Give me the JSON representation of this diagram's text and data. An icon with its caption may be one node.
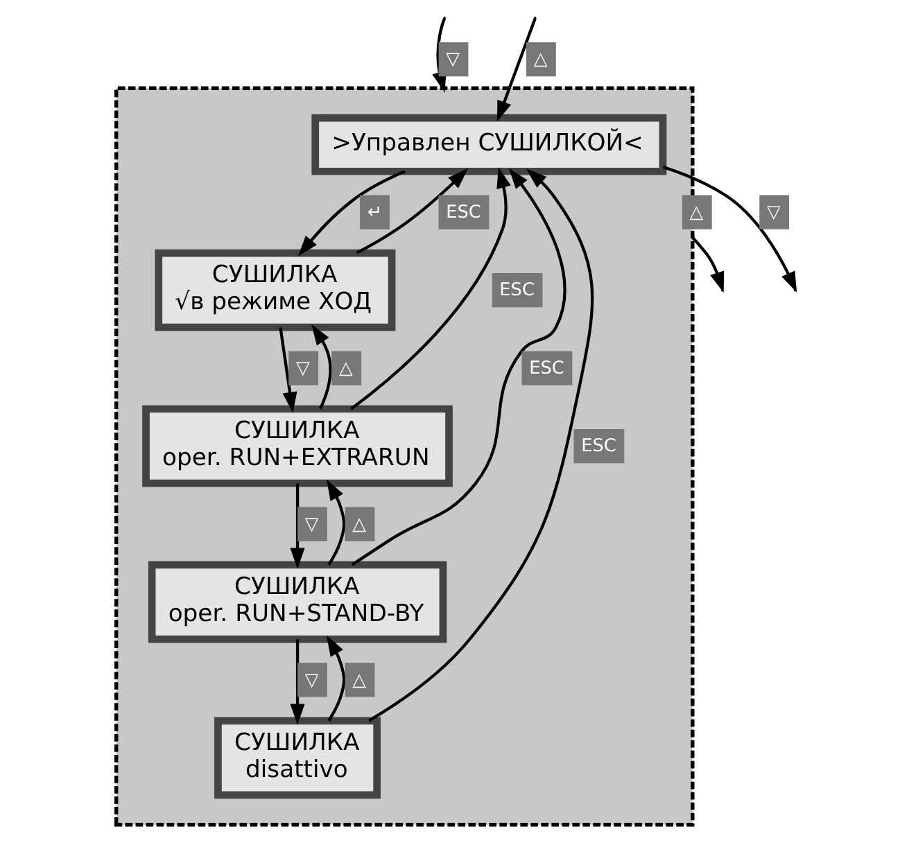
{
  "diagram": {
    "nodes": [
      {
        "text": [],
        "shape": "box"
      },
      {
        "text": [
          ">Управлен СУШИЛКОЙ<"
        ],
        "in": 0
      },
      {
        "text": [
          "СУШИЛКА",
          "√в режиме ХОД"
        ],
        "in": 0
      },
      {
        "text": [
          "СУШИЛКА",
          "oper. RUN+EXTRARUN"
        ],
        "in": 0
      },
      {
        "text": [
          "СУШИЛКА",
          "oper. RUN+STAND-BY"
        ],
        "in": 0
      },
      {
        "text": [
          "СУШИЛКА",
          "disattivo"
        ],
        "in": 0
      }
    ],
    "edges": [
      {
        "from": null,
        "to": 0,
        "arrow": "to",
        "label": "▽"
      },
      {
        "from": 0,
        "to": null,
        "arrow": "to",
        "label": "△"
      },
      {
        "from": 1,
        "to": 2,
        "arrow": "to",
        "label": "↵"
      },
      {
        "from": 2,
        "to": 3,
        "arrow": "to",
        "label": "▽"
      },
      {
        "from": 3,
        "to": 2,
        "arrow": "to",
        "label": "△"
      },
      {
        "from": 3,
        "to": 4,
        "arrow": "to",
        "label": "▽"
      },
      {
        "from": 4,
        "to": 3,
        "arrow": "to",
        "label": "△"
      },
      {
        "from": 4,
        "to": 5,
        "arrow": "to",
        "label": "▽"
      },
      {
        "from": 5,
        "to": 4,
        "arrow": "to",
        "label": "△"
      },
      {
        "from": 2,
        "to": 1,
        "arrow": "to",
        "label": "ESC"
      },
      {
        "from": 3,
        "to": 1,
        "arrow": "to",
        "label": "ESC"
      },
      {
        "from": 4,
        "to": 1,
        "arrow": "to",
        "label": "ESC"
      },
      {
        "from": 5,
        "to": 1,
        "arrow": "to",
        "label": "ESC"
      },
      {
        "from": 1,
        "to": null,
        "arrow": "to",
        "label": "▽"
      },
      {
        "from": null,
        "to": 1,
        "arrow": "to",
        "label": "△"
      }
    ]
  }
}
